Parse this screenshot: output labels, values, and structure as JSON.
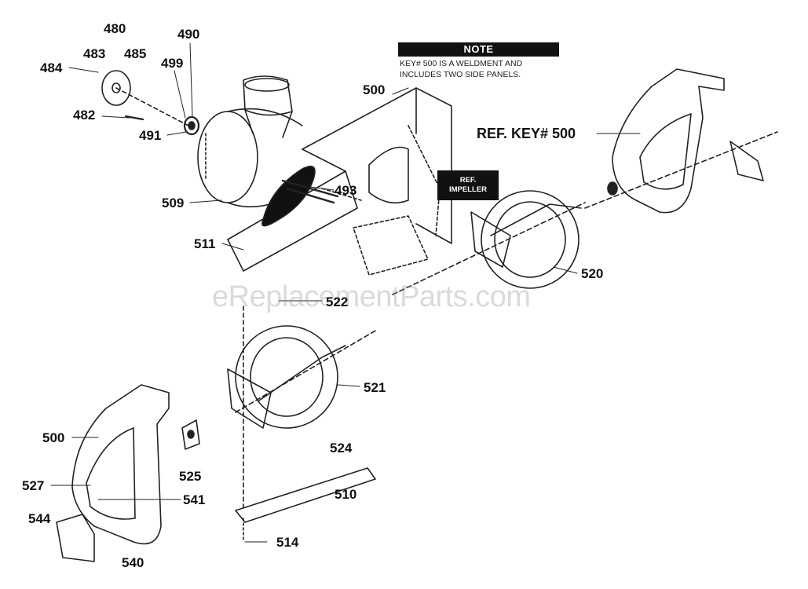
{
  "note": {
    "title": "NOTE",
    "line1": "KEY# 500 IS A WELDMENT AND",
    "line2": "INCLUDES TWO SIDE PANELS."
  },
  "ref_key_label": "REF. KEY# 500",
  "ref_impeller": {
    "line1": "REF.",
    "line2": "IMPELLER"
  },
  "watermark": "eReplacementParts.com",
  "part_labels": {
    "p480": "480",
    "p483": "483",
    "p485": "485",
    "p484": "484",
    "p490": "490",
    "p499": "499",
    "p482": "482",
    "p491": "491",
    "p500_top": "500",
    "p493": "493",
    "p509": "509",
    "p511": "511",
    "p520": "520",
    "p522": "522",
    "p521": "521",
    "p500_bottom": "500",
    "p524": "524",
    "p525": "525",
    "p510": "510",
    "p527": "527",
    "p541": "541",
    "p544": "544",
    "p540": "540",
    "p514": "514"
  }
}
